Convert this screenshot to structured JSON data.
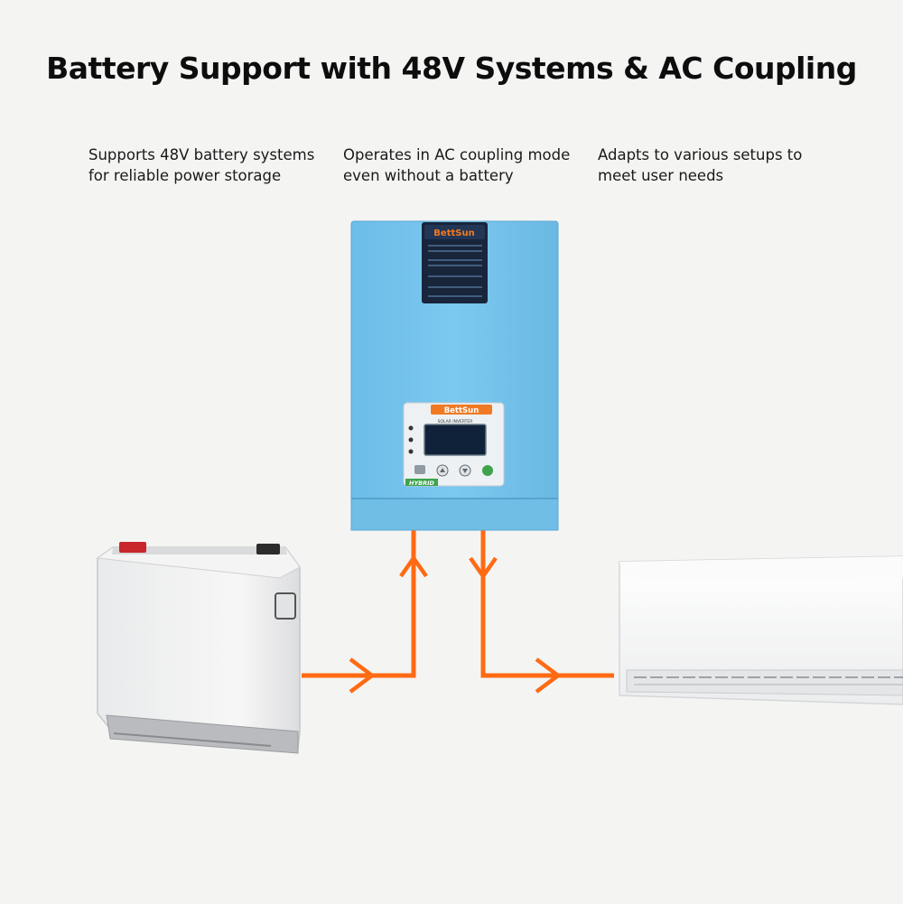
{
  "title": "Battery Support with 48V Systems & AC Coupling",
  "features": [
    {
      "text": "Supports 48V battery systems\nfor reliable power storage"
    },
    {
      "text": "Operates in AC coupling mode\n even without a battery"
    },
    {
      "text": "Adapts to various setups to\nmeet user needs"
    }
  ],
  "inverter": {
    "brand": "BettSun",
    "panel_brand": "BettSun",
    "panel_subtitle": "SOLAR INVERTER",
    "panel_badge": "HYBRID",
    "body_color": "#79c6ef"
  },
  "colors": {
    "flow_line": "#ff6a13",
    "brand_orange": "#f07a24",
    "badge_green": "#3fa34d"
  },
  "icons": [
    "battery-unit",
    "inverter-unit",
    "air-conditioner-unit",
    "flow-arrow-right",
    "flow-arrow-up",
    "flow-arrow-down"
  ]
}
